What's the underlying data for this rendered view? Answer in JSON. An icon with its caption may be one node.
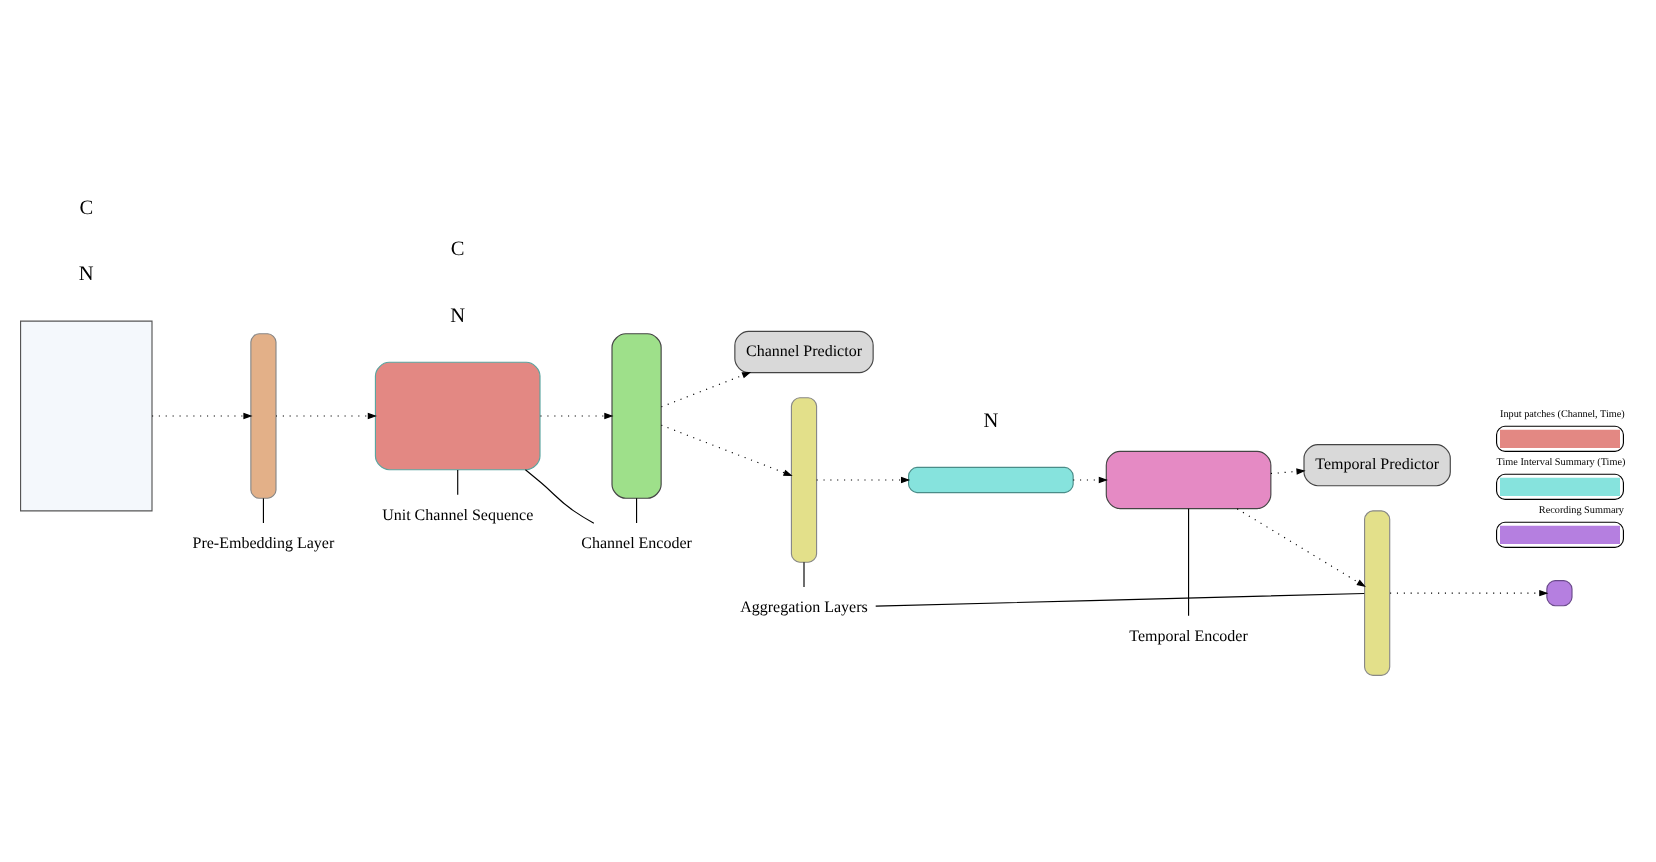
{
  "diagram": {
    "nodes": [
      {
        "text": [],
        "shape": "box"
      },
      {
        "text": [],
        "shape": "bar"
      },
      {
        "text": [],
        "shape": "box"
      },
      {
        "text": [],
        "shape": "box"
      },
      {
        "text": [
          "Channel Predictor"
        ]
      },
      {
        "text": [],
        "shape": "bar"
      },
      {
        "text": [],
        "shape": "box"
      },
      {
        "text": [],
        "shape": "box"
      },
      {
        "text": [
          "Temporal Predictor"
        ]
      },
      {
        "text": [],
        "shape": "bar"
      },
      {
        "text": [],
        "shape": "box"
      },
      {
        "text": [
          "Pre-Embedding Layer"
        ]
      },
      {
        "text": [
          "Unit Channel Sequence"
        ]
      },
      {
        "text": [
          "Channel Encoder"
        ]
      },
      {
        "text": [
          "Aggregation Layers"
        ]
      },
      {
        "text": [
          "Temporal Encoder"
        ]
      }
    ],
    "edges": [
      {
        "from": 0,
        "to": 1,
        "arrow": "to",
        "style": "dashed"
      },
      {
        "from": 1,
        "to": 2,
        "arrow": "to",
        "style": "dashed"
      },
      {
        "from": 2,
        "to": 3,
        "arrow": "to",
        "style": "dashed"
      },
      {
        "from": 3,
        "to": 4,
        "arrow": "to",
        "style": "dashed"
      },
      {
        "from": 3,
        "to": 5,
        "arrow": "to",
        "style": "dashed"
      },
      {
        "from": 5,
        "to": 6,
        "arrow": "to",
        "style": "dashed"
      },
      {
        "from": 6,
        "to": 7,
        "arrow": "to",
        "style": "dashed"
      },
      {
        "from": 7,
        "to": 8,
        "arrow": "to",
        "style": "dashed"
      },
      {
        "from": 7,
        "to": 9,
        "arrow": "to",
        "style": "dashed"
      },
      {
        "from": 9,
        "to": 10,
        "arrow": "to",
        "style": "dashed"
      },
      {
        "from": 11,
        "to": 1,
        "arrow": "none"
      },
      {
        "from": 12,
        "to": 2,
        "arrow": "none"
      },
      {
        "from": 13,
        "to": 3,
        "arrow": "none"
      },
      {
        "from": 13,
        "to": 2,
        "arrow": "none"
      },
      {
        "from": 14,
        "to": 5,
        "arrow": "none"
      },
      {
        "from": 14,
        "to": 9,
        "arrow": "none"
      },
      {
        "from": 15,
        "to": 7,
        "arrow": "none"
      }
    ],
    "labels": [
      "N",
      "C",
      "N",
      "C",
      "N"
    ],
    "legend": [
      {
        "text": "Input patches (Channel, Time)",
        "color": "#e38883"
      },
      {
        "text": "Time Interval Summary (Time)",
        "color": "#86e3dd"
      },
      {
        "text": "Recording Summary",
        "color": "#b57fe0"
      }
    ]
  }
}
